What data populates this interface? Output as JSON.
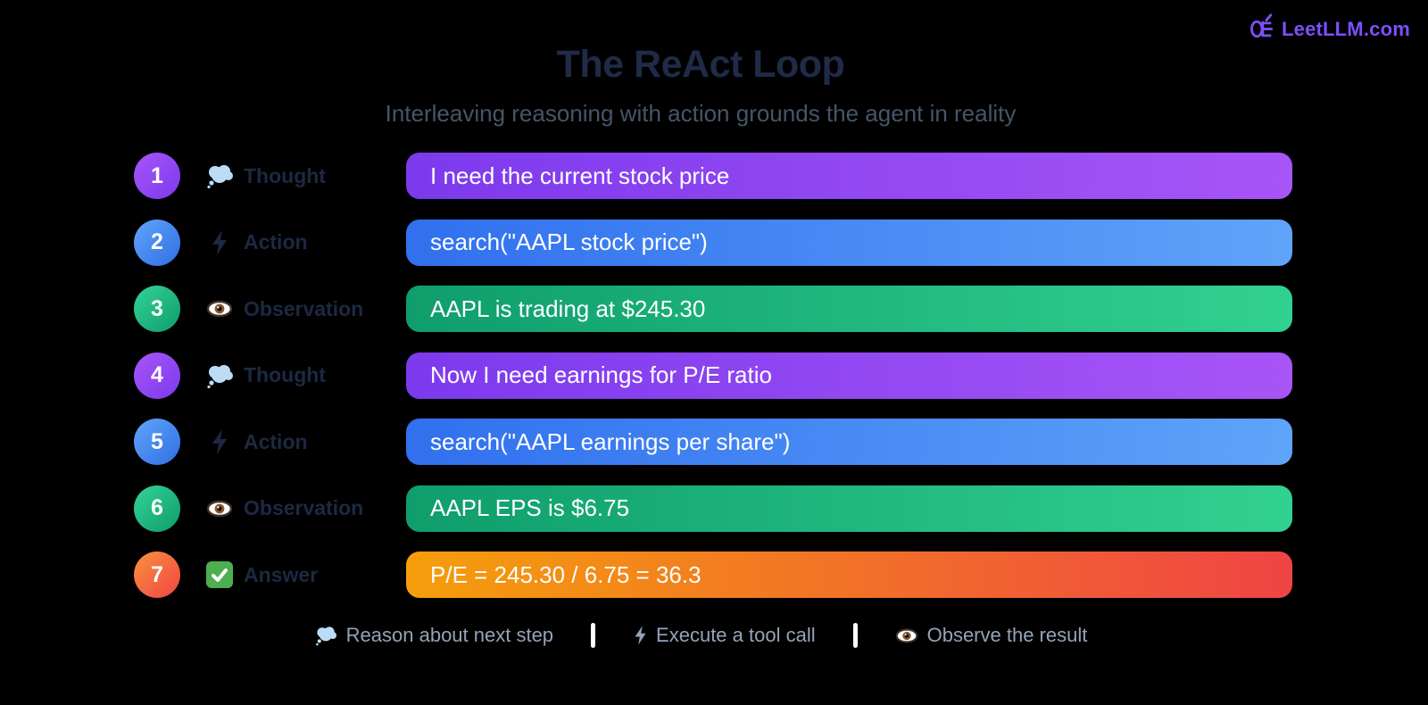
{
  "logo": {
    "text": "LeetLLM.com",
    "icon": "leetllm-logo-icon"
  },
  "header": {
    "title": "The ReAct Loop",
    "subtitle": "Interleaving reasoning with action grounds the agent in reality"
  },
  "steps": [
    {
      "num": "1",
      "type": "thought",
      "label": "Thought",
      "icon": "thought-bubble-icon",
      "text": "I need the current stock price"
    },
    {
      "num": "2",
      "type": "action",
      "label": "Action",
      "icon": "lightning-icon",
      "text": "search(\"AAPL stock price\")"
    },
    {
      "num": "3",
      "type": "observation",
      "label": "Observation",
      "icon": "eye-icon",
      "text": "AAPL is trading at $245.30"
    },
    {
      "num": "4",
      "type": "thought",
      "label": "Thought",
      "icon": "thought-bubble-icon",
      "text": "Now I need earnings for P/E ratio"
    },
    {
      "num": "5",
      "type": "action",
      "label": "Action",
      "icon": "lightning-icon",
      "text": "search(\"AAPL earnings per share\")"
    },
    {
      "num": "6",
      "type": "observation",
      "label": "Observation",
      "icon": "eye-icon",
      "text": "AAPL EPS is $6.75"
    },
    {
      "num": "7",
      "type": "answer",
      "label": "Answer",
      "icon": "check-icon",
      "text": "P/E = 245.30 / 6.75 = 36.3"
    }
  ],
  "legend": [
    {
      "icon": "thought-bubble-icon",
      "text": "Reason about next step"
    },
    {
      "icon": "lightning-icon",
      "text": "Execute a tool call"
    },
    {
      "icon": "eye-icon",
      "text": "Observe the result"
    }
  ],
  "colors": {
    "background": "#000000",
    "logo_purple": "#7d4ffa",
    "title": "#1f2b47",
    "subtitle": "#475569",
    "label_text": "#1d2941",
    "legend_text": "#94a3b8",
    "bar_text": "#ffffff",
    "thought_gradient": [
      "#7c3aed",
      "#a855f7"
    ],
    "action_gradient": [
      "#3170ee",
      "#5ea4fa"
    ],
    "observation_gradient": [
      "#0f9d6c",
      "#31d191"
    ],
    "answer_gradient": [
      "#f59e0b",
      "#ef4444"
    ],
    "thought_icon_blue": "#bcdcf5",
    "check_green": "#4caf50"
  }
}
